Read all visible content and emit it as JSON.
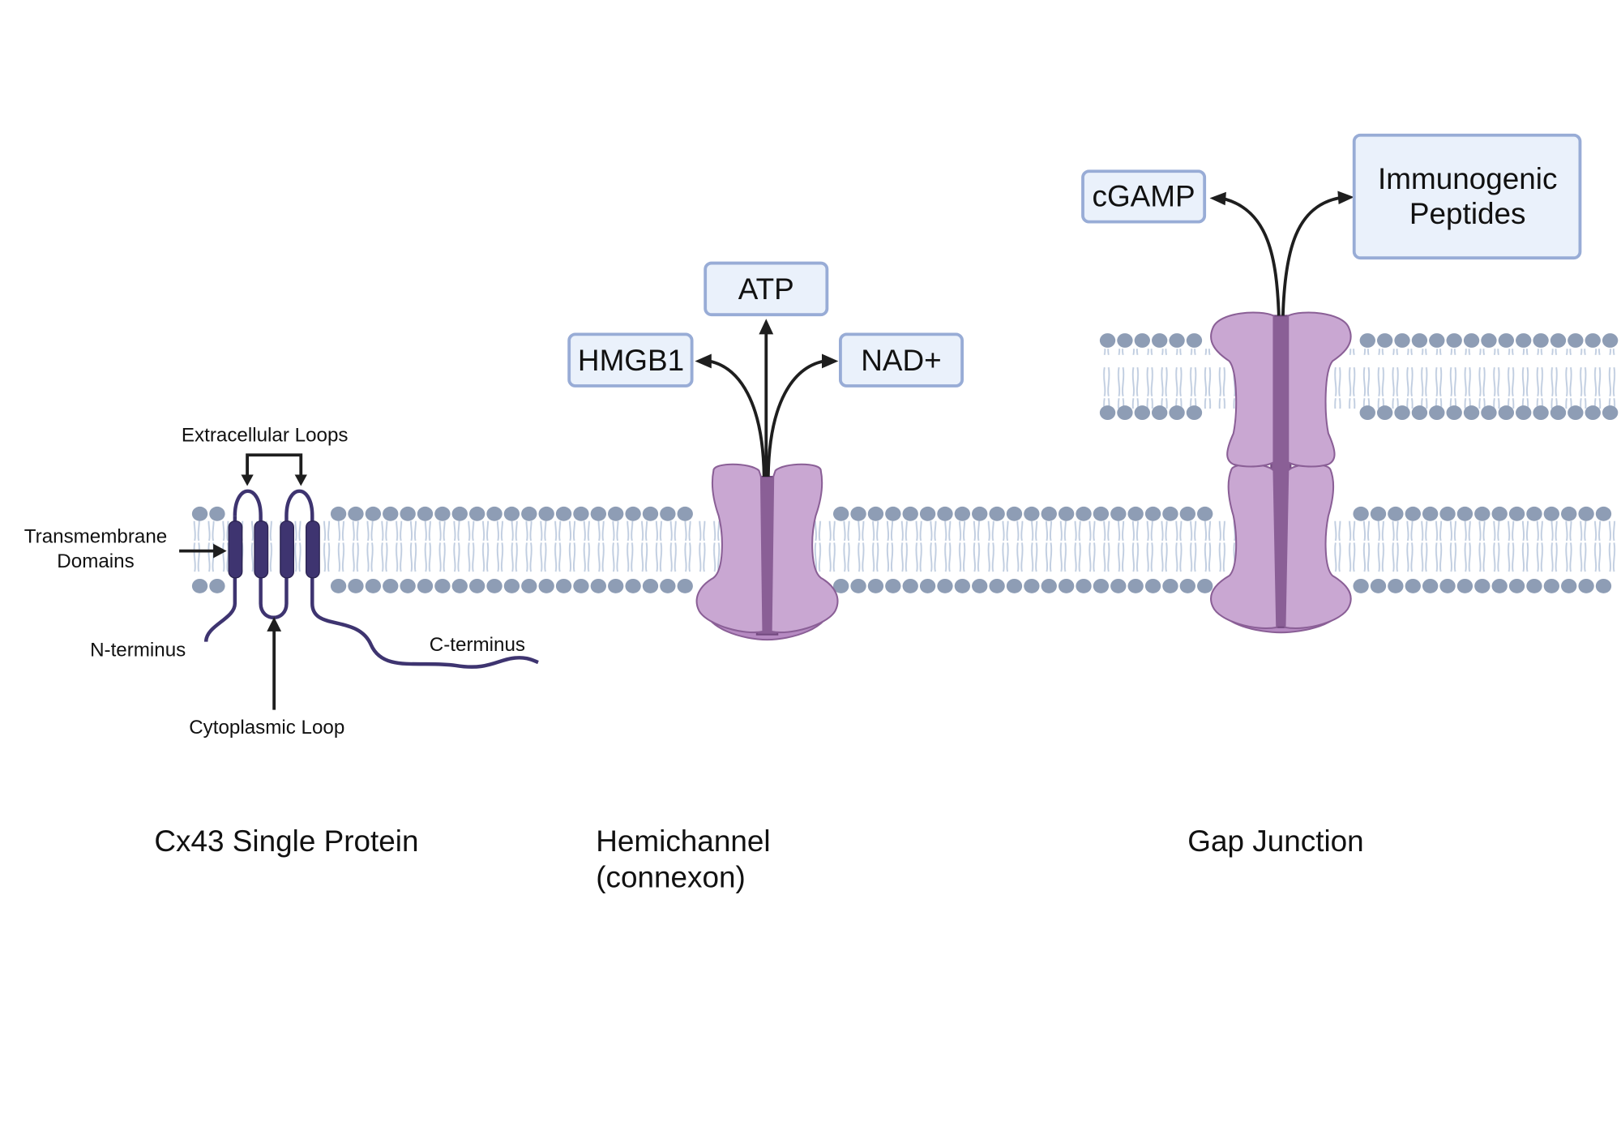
{
  "colors": {
    "membrane_head": "#8e9db5",
    "membrane_tail": "#c0cde0",
    "connexin": "#c9a7d2",
    "connexin_dark": "#8a5f96",
    "protein": "#3e3470",
    "box_fill": "#eaf1fb",
    "box_border": "#98acd6"
  },
  "single_protein": {
    "caption": "Cx43 Single Protein",
    "extracellular_loops": "Extracellular Loops",
    "transmembrane_domains": [
      "Transmembrane",
      "Domains"
    ],
    "n_terminus": "N-terminus",
    "c_terminus": "C-terminus",
    "cytoplasmic_loop": "Cytoplasmic Loop"
  },
  "hemichannel": {
    "caption": [
      "Hemichannel",
      "(connexon)"
    ],
    "released": [
      "HMGB1",
      "ATP",
      "NAD+"
    ]
  },
  "gap_junction": {
    "caption": "Gap Junction",
    "transferred": [
      "cGAMP",
      "Immunogenic",
      "Peptides"
    ]
  }
}
